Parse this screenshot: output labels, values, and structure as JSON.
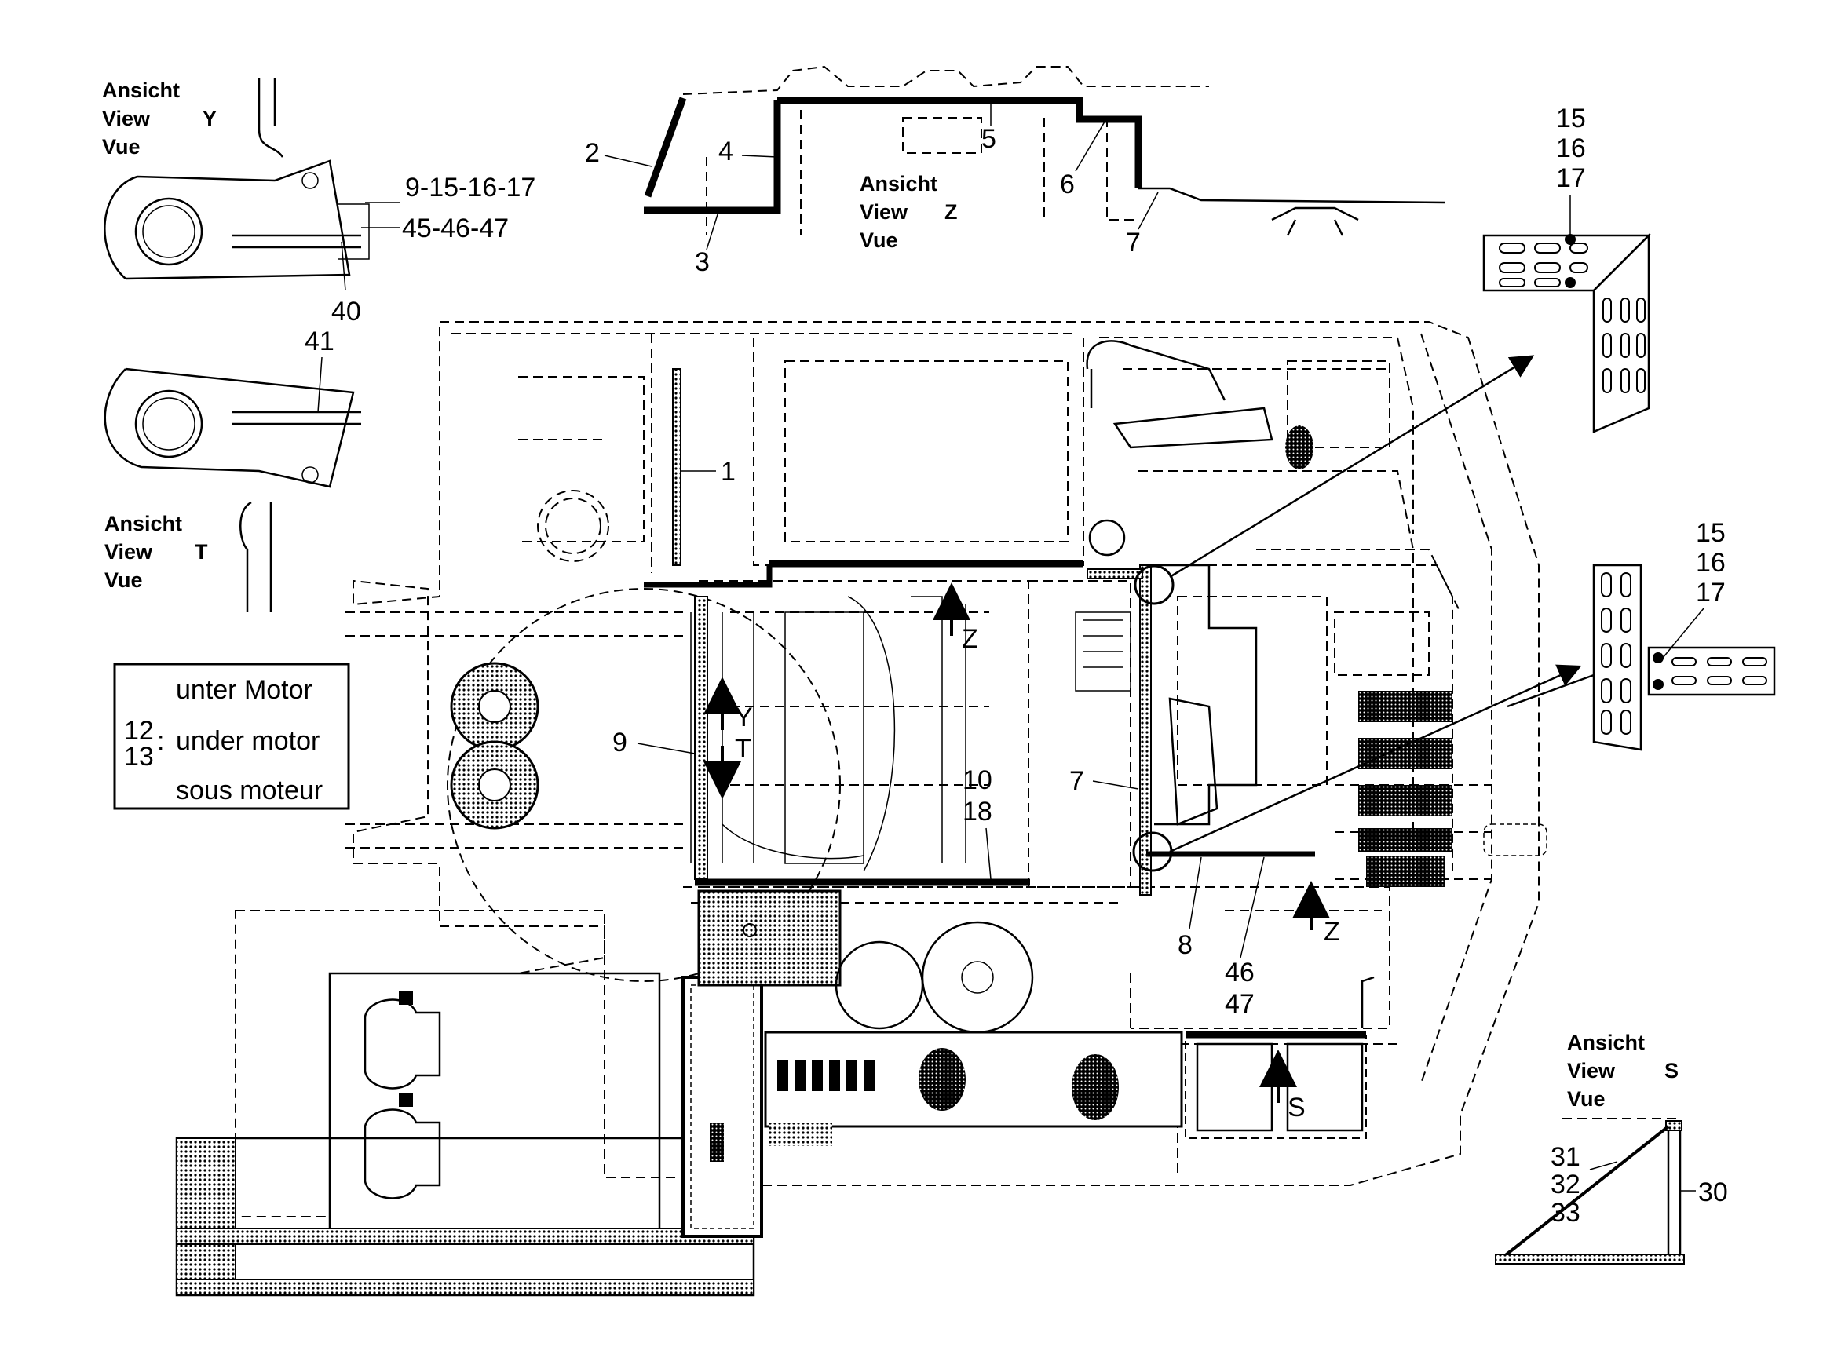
{
  "view_y": {
    "line1": "Ansicht",
    "line2": "View",
    "line3": "Vue",
    "letter": "Y"
  },
  "view_t": {
    "line1": "Ansicht",
    "line2": "View",
    "line3": "Vue",
    "letter": "T"
  },
  "view_z": {
    "line1": "Ansicht",
    "line2": "View",
    "line3": "Vue",
    "letter": "Z"
  },
  "view_s": {
    "line1": "Ansicht",
    "line2": "View",
    "line3": "Vue",
    "letter": "S"
  },
  "note_box": {
    "numbers_top": "12",
    "numbers_bottom": "13",
    "colon": ":",
    "line1": "unter Motor",
    "line2": "under motor",
    "line3": "sous moteur"
  },
  "callouts": {
    "c1": "1",
    "c2": "2",
    "c3": "3",
    "c4": "4",
    "c5": "5",
    "c6": "6",
    "c7a": "7",
    "c7b": "7",
    "c8": "8",
    "c9": "9",
    "c9_15": "9-15-16-17",
    "c45": "45-46-47",
    "c40": "40",
    "c41": "41",
    "c10": "10",
    "c18": "18",
    "c46": "46",
    "c47": "47",
    "c15a": "15",
    "c16a": "16",
    "c17a": "17",
    "c15b": "15",
    "c16b": "16",
    "c17b": "17",
    "c30": "30",
    "c31": "31",
    "c32": "32",
    "c33": "33"
  },
  "arrows": {
    "y": "Y",
    "t": "T",
    "z1": "Z",
    "z2": "Z",
    "s": "S"
  }
}
